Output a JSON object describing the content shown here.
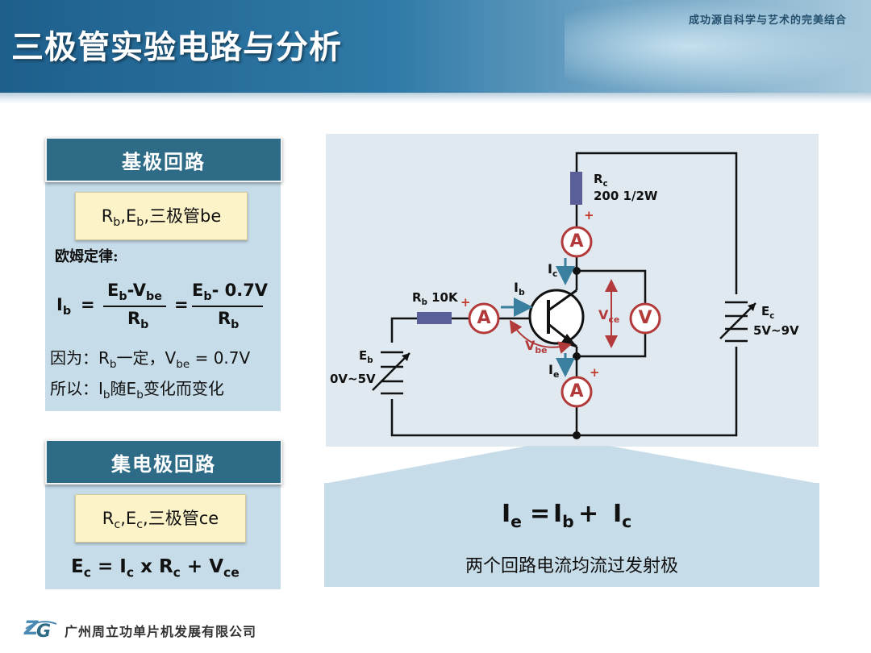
{
  "header": {
    "title": "三极管实验电路与分析",
    "slogan": "成功源自科学与艺术的完美结合"
  },
  "base_loop": {
    "title": "基极回路",
    "components": {
      "r": "R",
      "r_sub": "b",
      "e": ",E",
      "e_sub": "b",
      "rest": ",三极管be"
    },
    "law_label": "欧姆定律:",
    "formula": {
      "lhs": "I",
      "lhs_sub": "b",
      "eq": "=",
      "num1": "E",
      "num1_sub": "b",
      "num1_rest": "-V",
      "num1_rest_sub": "be",
      "den": "R",
      "den_sub": "b",
      "eq2": "=",
      "num2": "E",
      "num2_sub": "b",
      "num2_rest": "- 0.7V",
      "den2": "R",
      "den2_sub": "b"
    },
    "because": {
      "a": "因为：R",
      "a_sub": "b",
      "b": "一定，V",
      "b_sub": "be",
      "c": " = 0.7V"
    },
    "therefore": {
      "a": "所以：I",
      "a_sub": "b",
      "b": "随E",
      "b_sub": "b",
      "c": "变化而变化"
    }
  },
  "collector_loop": {
    "title": "集电极回路",
    "components": {
      "r": "R",
      "r_sub": "c",
      "e": ",E",
      "e_sub": "c",
      "rest": ",三极管ce"
    },
    "equation": {
      "a": "E",
      "a_sub": "c",
      "b": " = I",
      "b_sub": "c",
      "c": " x  R",
      "c_sub": "c",
      "d": "  +  V",
      "d_sub": "ce"
    }
  },
  "circuit": {
    "rc": {
      "name": "R",
      "name_sub": "c",
      "value": "200 1/2W"
    },
    "rb": {
      "name": "R",
      "name_sub": "b",
      "value": " 10K"
    },
    "eb": {
      "name": "E",
      "name_sub": "b",
      "range": "0V~5V"
    },
    "ec": {
      "name": "E",
      "name_sub": "c",
      "range": "5V~9V"
    },
    "ammeter": "A",
    "voltmeter": "V",
    "plus": "+",
    "ib": {
      "name": "I",
      "sub": "b"
    },
    "ic": {
      "name": "I",
      "sub": "c"
    },
    "ie": {
      "name": "I",
      "sub": "e"
    },
    "vce": {
      "name": "V",
      "sub": "ce"
    },
    "vbe": {
      "name": "V",
      "sub": "be"
    }
  },
  "result": {
    "equation": {
      "a": "I",
      "a_sub": "e",
      "eq": "=",
      "b": "I",
      "b_sub": "b",
      "plus": "+",
      "c": "I",
      "c_sub": "c"
    },
    "note": "两个回路电流均流过发射极"
  },
  "footer": {
    "company": "广州周立功单片机发展有限公司"
  },
  "colors": {
    "header": "#1e5f8c",
    "panel_head": "#2e6b86",
    "panel_body": "#c6dce8",
    "note": "#fdf3c9",
    "meter": "#b33a3a",
    "arrow": "#3a7f9e",
    "resistor": "#5a5f9a"
  }
}
